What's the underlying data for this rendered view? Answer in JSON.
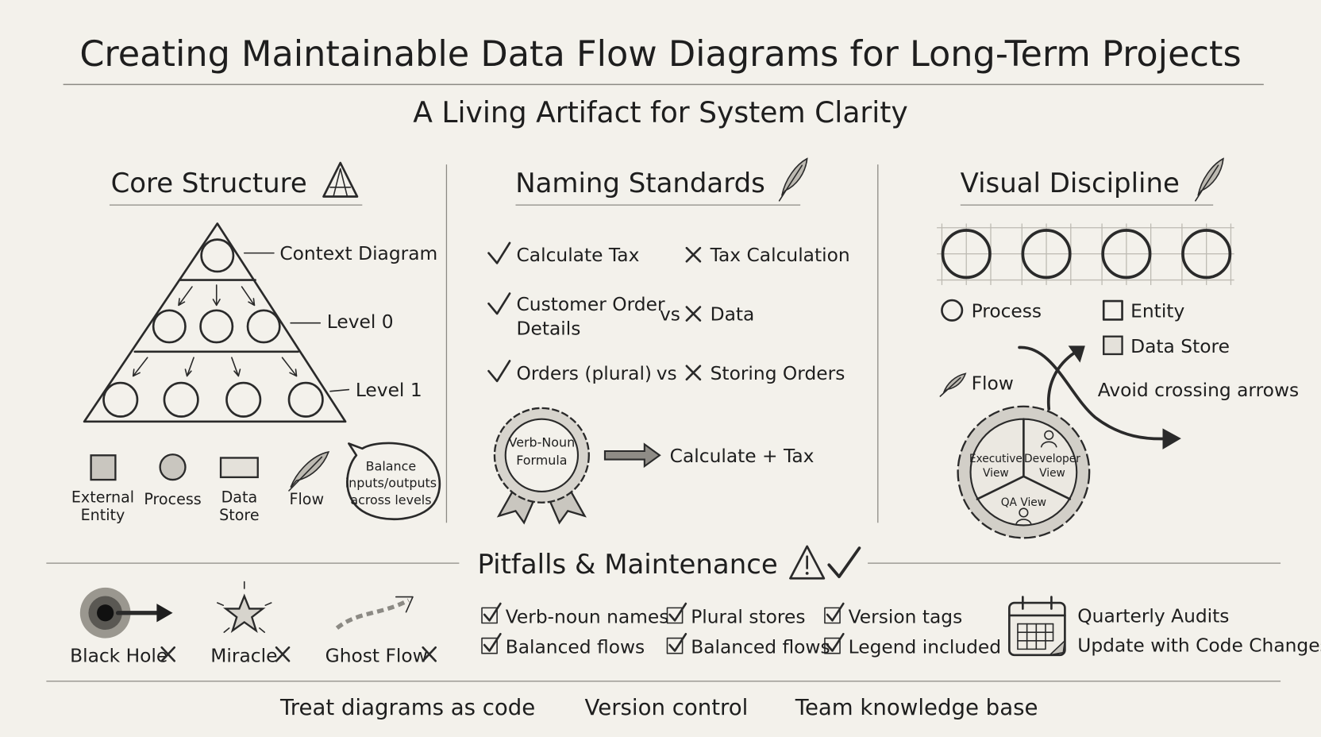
{
  "title": "Creating Maintainable Data Flow Diagrams for Long-Term Projects",
  "subtitle": "A Living Artifact for System Clarity",
  "core_structure": {
    "heading": "Core Structure",
    "heading_icon": "warning-triangle-icon",
    "levels": [
      "Context Diagram",
      "Level 0",
      "Level 1"
    ],
    "legend": {
      "external_entity": [
        "External",
        "Entity"
      ],
      "process": "Process",
      "data_store": [
        "Data",
        "Store"
      ],
      "flow": "Flow"
    },
    "bubble": [
      "Balance",
      "inputs/outputs",
      "across levels"
    ]
  },
  "naming_standards": {
    "heading": "Naming Standards",
    "heading_icon": "feather-icon",
    "rows": [
      {
        "good": [
          "Calculate Tax"
        ],
        "vs": "",
        "bad": "Tax Calculation"
      },
      {
        "good": [
          "Customer Order",
          "Details"
        ],
        "vs": "vs",
        "bad": "Data"
      },
      {
        "good": [
          "Orders (plural)"
        ],
        "vs": "vs",
        "bad": "Storing Orders"
      }
    ],
    "badge": [
      "Verb-Noun",
      "Formula"
    ],
    "formula_result": "Calculate + Tax"
  },
  "visual_discipline": {
    "heading": "Visual Discipline",
    "heading_icon": "feather-icon",
    "legend": {
      "process": "Process",
      "entity": "Entity",
      "data_store": "Data Store",
      "flow": "Flow"
    },
    "avoid": "Avoid crossing arrows",
    "views": {
      "executive": [
        "Executive",
        "View"
      ],
      "developer": [
        "Developer",
        "View"
      ],
      "qa": "QA View"
    }
  },
  "pitfalls": {
    "heading": "Pitfalls & Maintenance",
    "antipatterns": [
      "Black Hole",
      "Miracle",
      "Ghost Flow"
    ],
    "checklist": [
      [
        "Verb-noun names",
        "Plural stores",
        "Version tags"
      ],
      [
        "Balanced flows",
        "Balanced flows",
        "Legend included"
      ]
    ],
    "maintenance": [
      "Quarterly Audits",
      "Update with Code Changes"
    ]
  },
  "footer": [
    "Treat diagrams as code",
    "Version control",
    "Team knowledge base"
  ],
  "colors": {
    "background": "#f3f1eb",
    "ink": "#2a2a2a",
    "shade": "#c9c6bf"
  }
}
